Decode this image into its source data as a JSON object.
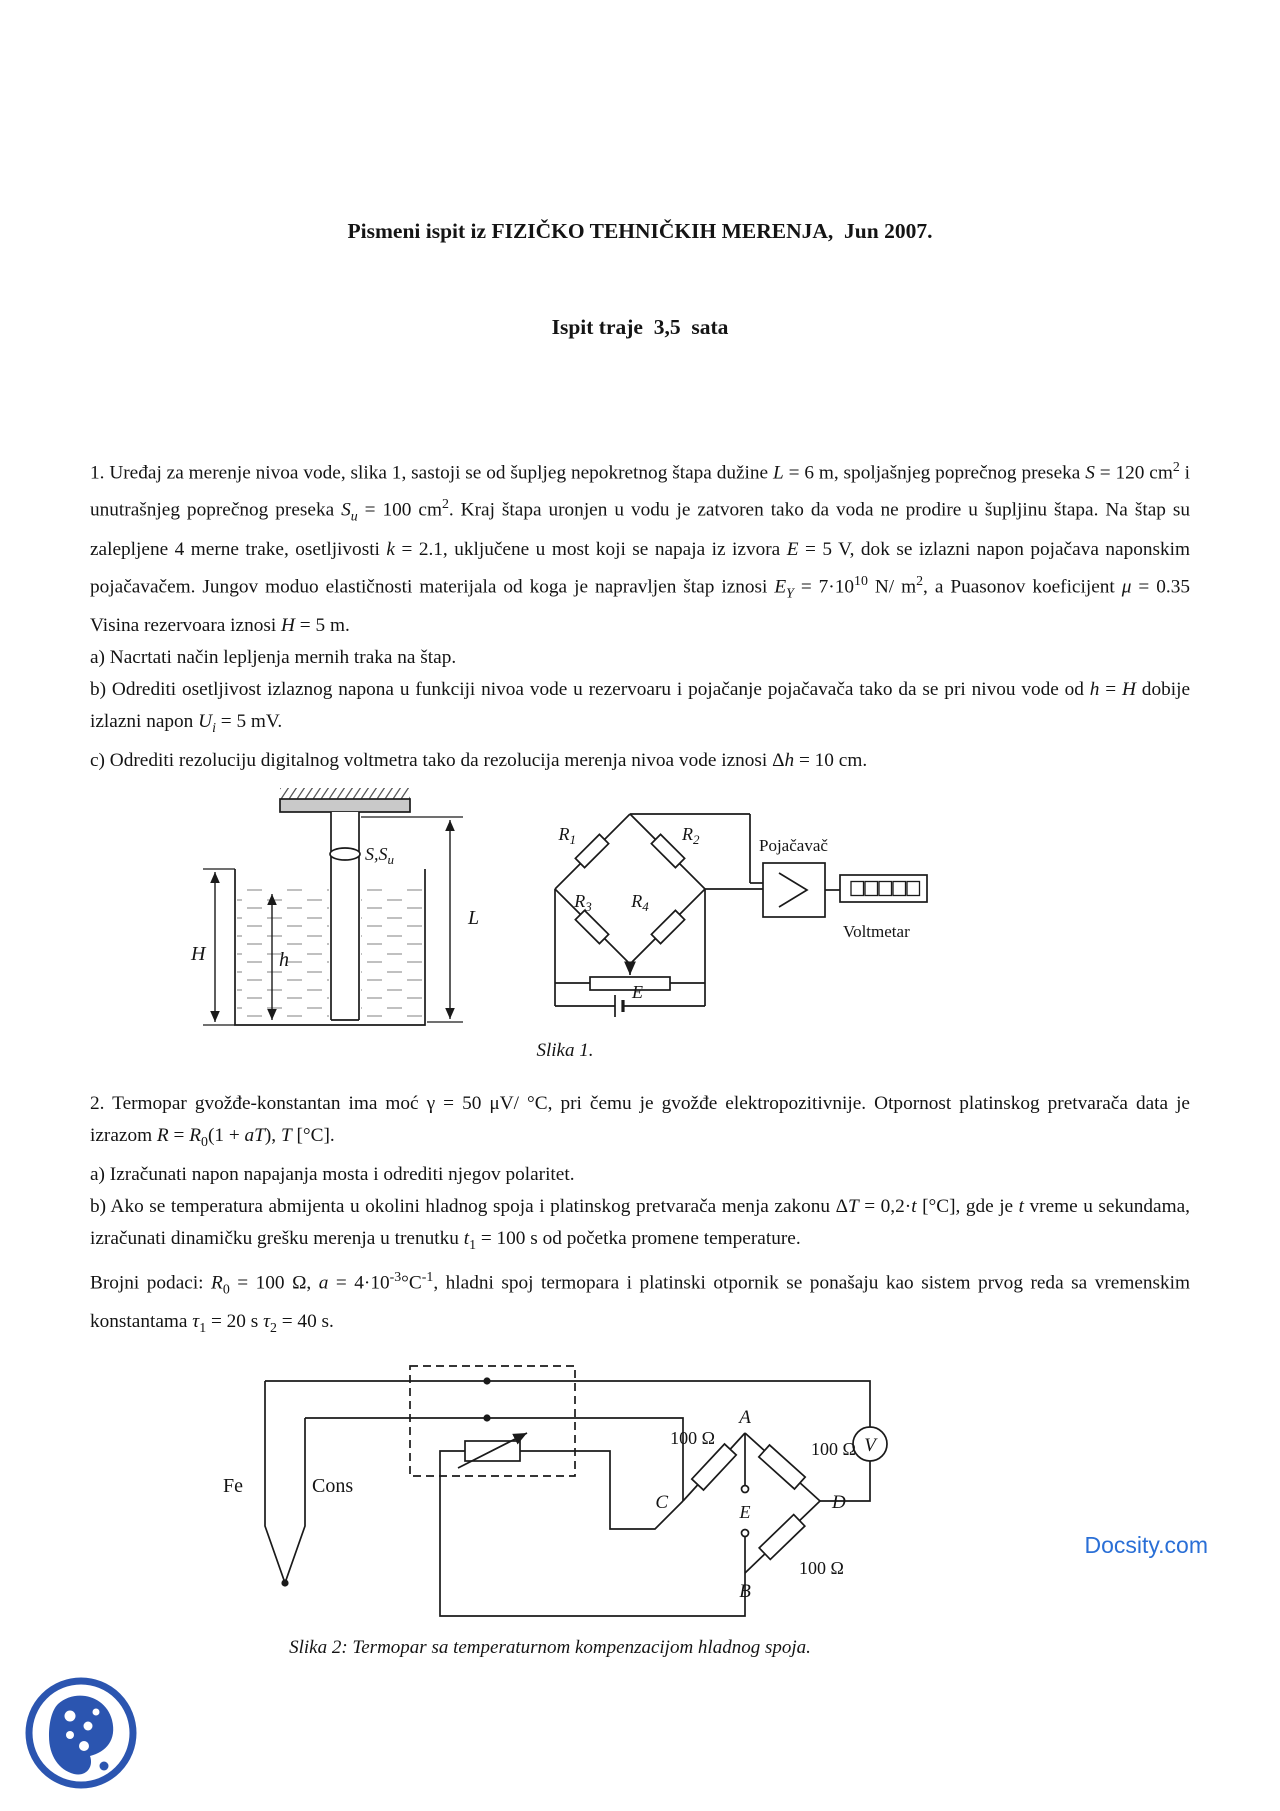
{
  "title": {
    "line1": "Pismeni ispit iz FIZIČKO TEHNIČKIH MERENJA,  Jun 2007.",
    "line2": "Ispit traje  3,5  sata"
  },
  "problem1": {
    "intro": [
      {
        "t": "1. Uređaj za merenje nivoa vode, slika 1, sastoji se od šupljeg nepokretnog štapa dužine "
      },
      {
        "t": "L",
        "i": true
      },
      {
        "t": " = 6 m, spoljašnjeg poprečnog preseka "
      },
      {
        "t": "S",
        "i": true
      },
      {
        "t": " = 120 cm"
      },
      {
        "t": "2",
        "sup": true
      },
      {
        "t": " i unutrašnjeg poprečnog preseka "
      },
      {
        "t": "S",
        "i": true
      },
      {
        "t": "u",
        "i": true,
        "sub": true
      },
      {
        "t": " = 100 cm"
      },
      {
        "t": "2",
        "sup": true
      },
      {
        "t": ". Kraj štapa uronjen u vodu je zatvoren tako da voda ne prodire u šupljinu štapa. Na štap su zalepljene 4 merne trake, osetljivosti "
      },
      {
        "t": "k",
        "i": true
      },
      {
        "t": " = 2.1, uključene u most koji se napaja iz izvora "
      },
      {
        "t": "E",
        "i": true
      },
      {
        "t": " = 5 V, dok se izlazni napon pojačava naponskim pojačavačem. Jungov moduo elastičnosti materijala od koga je napravljen štap iznosi "
      },
      {
        "t": "E",
        "i": true
      },
      {
        "t": "Y",
        "i": true,
        "sub": true
      },
      {
        "t": " = 7·10"
      },
      {
        "t": "10",
        "sup": true
      },
      {
        "t": " N/ m"
      },
      {
        "t": "2",
        "sup": true
      },
      {
        "t": ", a Puasonov koeficijent "
      },
      {
        "t": "μ",
        "i": true
      },
      {
        "t": " = 0.35 Visina rezervoara iznosi "
      },
      {
        "t": "H",
        "i": true
      },
      {
        "t": " = 5 m."
      }
    ],
    "item_a": [
      {
        "t": "a) Nacrtati način lepljenja mernih traka na štap."
      }
    ],
    "item_b": [
      {
        "t": "b) Odrediti osetljivost izlaznog napona u funkciji nivoa vode u rezervoaru i pojačanje pojačavača tako da se pri nivou vode od "
      },
      {
        "t": "h",
        "i": true
      },
      {
        "t": " = "
      },
      {
        "t": "H",
        "i": true
      },
      {
        "t": " dobije izlazni napon "
      },
      {
        "t": "U",
        "i": true
      },
      {
        "t": "i",
        "i": true,
        "sub": true
      },
      {
        "t": " = 5 mV."
      }
    ],
    "item_c": [
      {
        "t": "c) Odrediti rezoluciju digitalnog voltmetra tako da rezolucija merenja nivoa vode iznosi Δ"
      },
      {
        "t": "h",
        "i": true
      },
      {
        "t": " = 10 cm."
      }
    ]
  },
  "figure1": {
    "caption": "Slika 1.",
    "labels": {
      "section_base": "S,S",
      "section_sub": "u",
      "length": "L",
      "height": "H",
      "level": "h",
      "r_base": "R",
      "r1_sub": "1",
      "r2_sub": "2",
      "r3_sub": "3",
      "r4_sub": "4",
      "amplifier": "Pojačavač",
      "voltmeter": "Voltmetar",
      "source": "E"
    }
  },
  "problem2": {
    "intro": [
      {
        "t": "2. Termopar gvožđe-konstantan ima moć γ = 50 μV/ °C, pri čemu je gvožđe elektropozitivnije. Otpornost platinskog pretvarača data je izrazom "
      },
      {
        "t": "R",
        "i": true
      },
      {
        "t": " = "
      },
      {
        "t": "R",
        "i": true
      },
      {
        "t": "0",
        "sub": true
      },
      {
        "t": "(1 + "
      },
      {
        "t": "a",
        "i": true
      },
      {
        "t": "T",
        "i": true
      },
      {
        "t": "), "
      },
      {
        "t": "T",
        "i": true
      },
      {
        "t": " [°C]."
      }
    ],
    "item_a": [
      {
        "t": "a) Izračunati napon napajanja mosta i odrediti njegov polaritet."
      }
    ],
    "item_b": [
      {
        "t": "b) Ako se temperatura abmijenta u okolini hladnog spoja i platinskog pretvarača menja zakonu Δ"
      },
      {
        "t": "T",
        "i": true
      },
      {
        "t": " = 0,2·"
      },
      {
        "t": "t",
        "i": true
      },
      {
        "t": " [°C], gde je "
      },
      {
        "t": "t",
        "i": true
      },
      {
        "t": " vreme u sekundama, izračunati dinamičku grešku merenja u trenutku "
      },
      {
        "t": "t",
        "i": true
      },
      {
        "t": "1",
        "sub": true
      },
      {
        "t": " = 100 s od početka promene temperature."
      }
    ],
    "data_line": [
      {
        "t": "Brojni podaci: "
      },
      {
        "t": "R",
        "i": true
      },
      {
        "t": "0",
        "sub": true
      },
      {
        "t": " = 100 Ω, "
      },
      {
        "t": "a",
        "i": true
      },
      {
        "t": " = 4·10"
      },
      {
        "t": "-3",
        "sup": true
      },
      {
        "t": "°C"
      },
      {
        "t": "-1",
        "sup": true
      },
      {
        "t": ", hladni spoj termopara i platinski otpornik se ponašaju kao sistem prvog reda sa vremenskim konstantama "
      },
      {
        "t": "τ",
        "i": true
      },
      {
        "t": "1",
        "sub": true
      },
      {
        "t": " = 20 s "
      },
      {
        "t": "τ",
        "i": true
      },
      {
        "t": "2",
        "sub": true
      },
      {
        "t": " = 40 s."
      }
    ]
  },
  "figure2": {
    "caption": "Slika 2: Termopar sa temperaturnom kompenzacijom hladnog spoja.",
    "labels": {
      "fe": "Fe",
      "cons": "Cons",
      "r_left": "100 Ω",
      "r_right": "100 Ω",
      "r_bottom": "100 Ω",
      "node_a": "A",
      "node_b": "B",
      "node_c": "C",
      "node_d": "D",
      "source": "E",
      "voltmeter": "V"
    }
  },
  "footer": {
    "brand": "Docsity.com",
    "brand_color": "#2a6fd6",
    "logo_color": "#2b55b0"
  }
}
